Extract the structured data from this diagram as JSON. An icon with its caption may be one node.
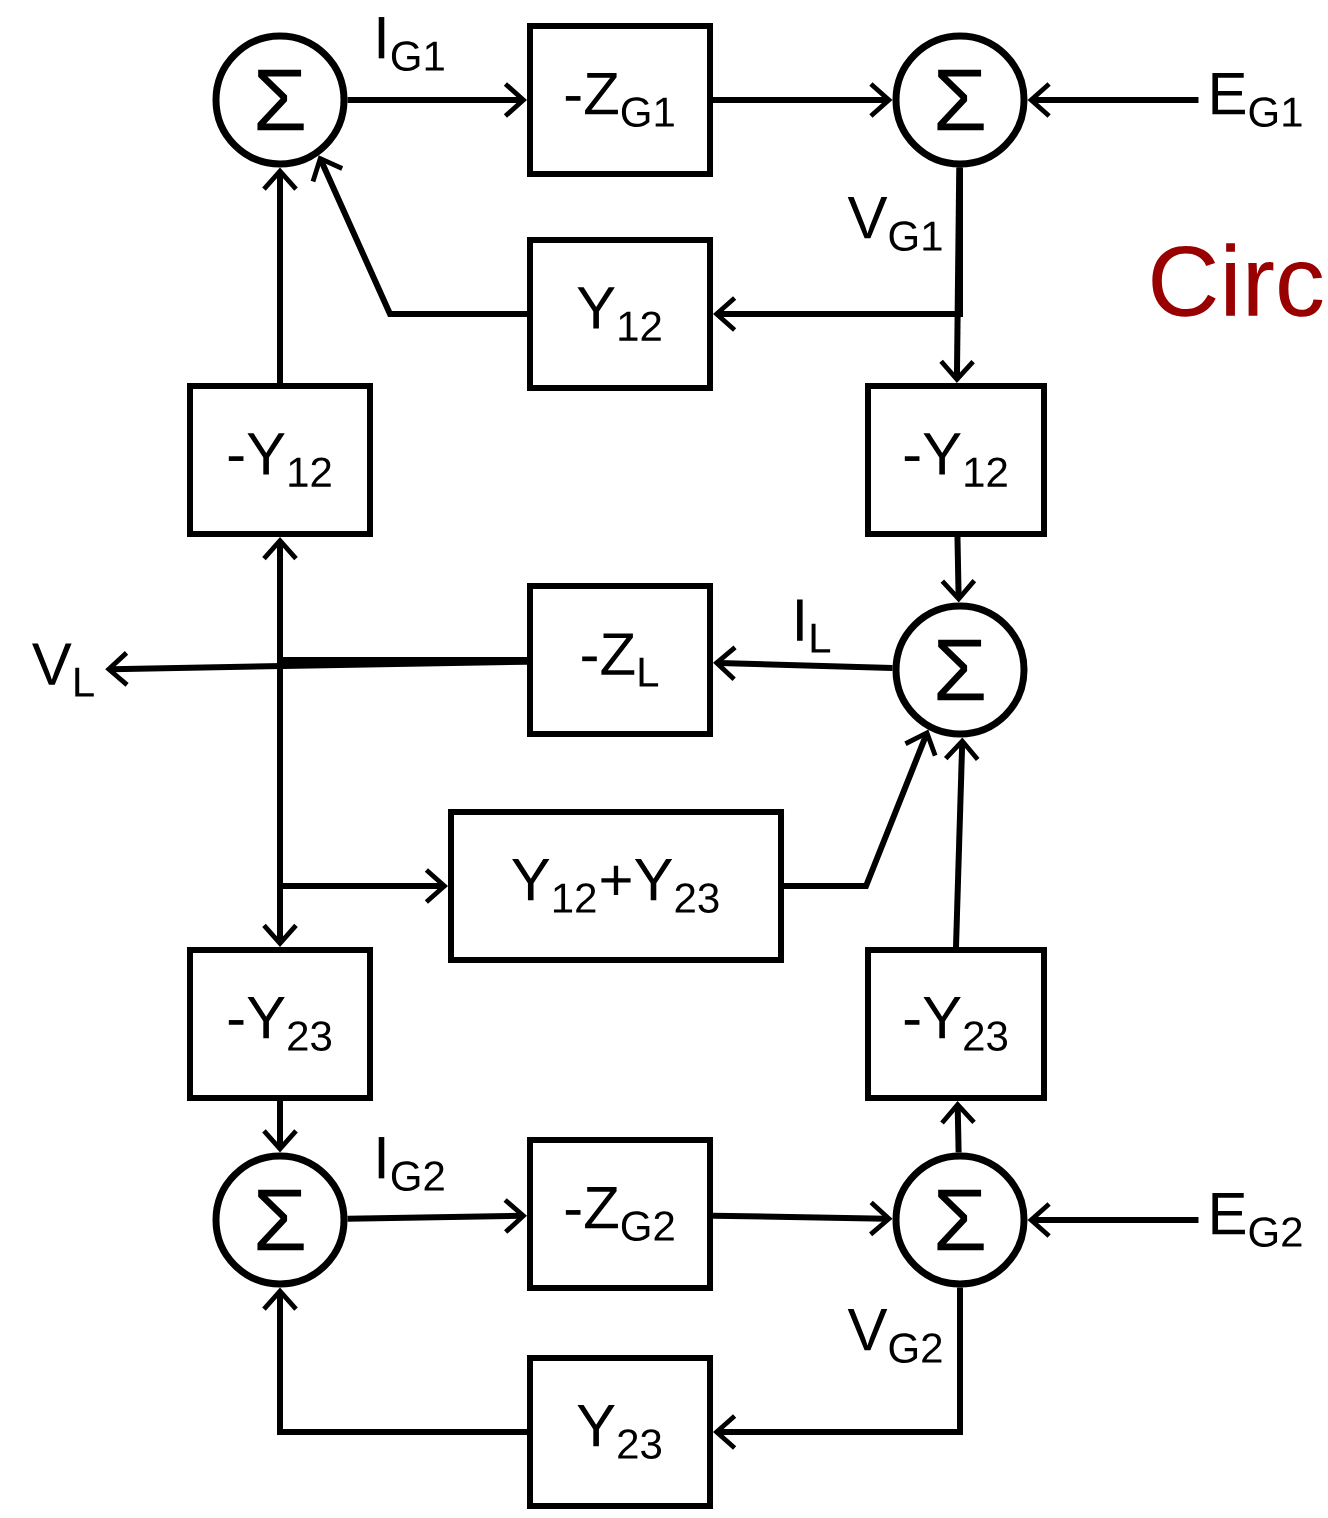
{
  "diagram": {
    "nodes": [
      {
        "text": [
          "Σ"
        ]
      },
      {
        "text": [
          "-Z$_{G1}$"
        ]
      },
      {
        "text": [
          "Σ"
        ]
      },
      {
        "text": [
          "E$_{G1}$"
        ]
      },
      {
        "text": [
          "Y$_{12}$"
        ]
      },
      {
        "text": [
          "-Y$_{12}$"
        ]
      },
      {
        "text": [
          "-Y$_{12}$"
        ]
      },
      {
        "text": [
          "V$_{L}$"
        ]
      },
      {
        "text": [
          "-Z$_{L}$"
        ]
      },
      {
        "text": [
          "Σ"
        ]
      },
      {
        "text": [
          "Y$_{12}$+Y$_{23}$"
        ]
      },
      {
        "text": [
          "-Y$_{23}$"
        ]
      },
      {
        "text": [
          "-Y$_{23}$"
        ]
      },
      {
        "text": [
          "Σ"
        ]
      },
      {
        "text": [
          "-Z$_{G2}$"
        ]
      },
      {
        "text": [
          "Σ"
        ]
      },
      {
        "text": [
          "E$_{G2}$"
        ]
      },
      {
        "text": [
          "Y$_{23}$"
        ]
      }
    ],
    "edges": [
      {
        "from": 0,
        "to": 1,
        "arrow": "to",
        "label": "I$_{G1}$"
      },
      {
        "from": 1,
        "to": 2,
        "arrow": "to"
      },
      {
        "from": 3,
        "to": 2,
        "arrow": "to"
      },
      {
        "from": 2,
        "to": 4,
        "arrow": "to"
      },
      {
        "from": 2,
        "to": 6,
        "arrow": "to",
        "label": "V$_{G1}$"
      },
      {
        "from": 4,
        "to": 0,
        "arrow": "to"
      },
      {
        "from": 5,
        "to": 0,
        "arrow": "to"
      },
      {
        "from": 6,
        "to": 9,
        "arrow": "to"
      },
      {
        "from": 9,
        "to": 8,
        "arrow": "to",
        "label": "I$_{L}$"
      },
      {
        "from": 8,
        "to": 7,
        "arrow": "to"
      },
      {
        "from": 8,
        "to": 5,
        "arrow": "to"
      },
      {
        "from": 8,
        "to": 11,
        "arrow": "to"
      },
      {
        "from": 8,
        "to": 10,
        "arrow": "to"
      },
      {
        "from": 10,
        "to": 9,
        "arrow": "to"
      },
      {
        "from": 12,
        "to": 9,
        "arrow": "to"
      },
      {
        "from": 11,
        "to": 13,
        "arrow": "to"
      },
      {
        "from": 13,
        "to": 14,
        "arrow": "to",
        "label": "I$_{G2}$"
      },
      {
        "from": 14,
        "to": 15,
        "arrow": "to"
      },
      {
        "from": 16,
        "to": 15,
        "arrow": "to"
      },
      {
        "from": 15,
        "to": 12,
        "arrow": "to"
      },
      {
        "from": 15,
        "to": 17,
        "arrow": "to",
        "label": "V$_{G2}$"
      },
      {
        "from": 17,
        "to": 13,
        "arrow": "to"
      }
    ],
    "labels": [
      "Circ"
    ]
  }
}
